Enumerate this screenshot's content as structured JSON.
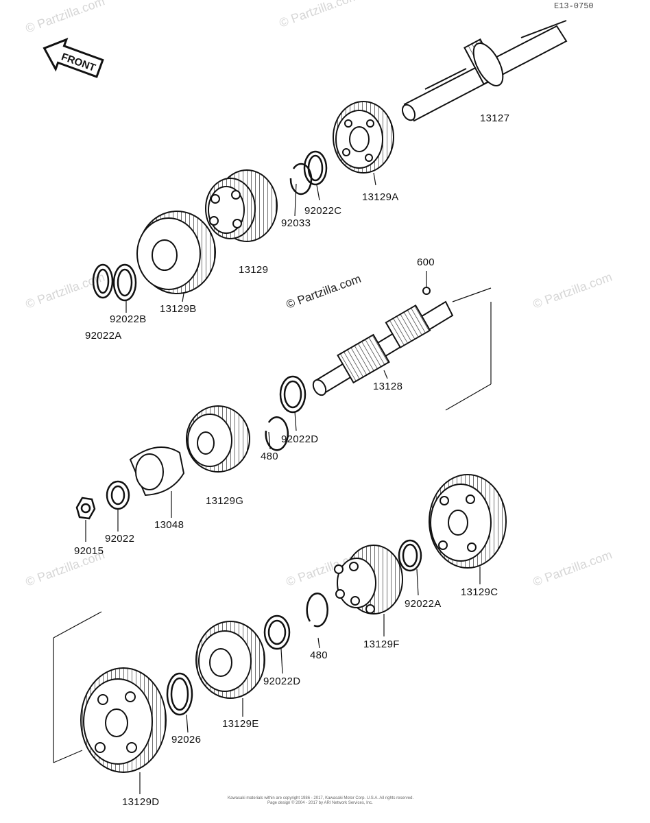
{
  "diagram_ref": "E13-0750",
  "front_label": "FRONT",
  "watermark": "© Partzilla.com",
  "copyright_line1": "Kawasaki materials within are copyright 1986 - 2017, Kawasaki Motor Corp. U.S.A.  All rights reserved.",
  "copyright_line2": "Page design © 2004 - 2017 by ARI Network Services, Inc.",
  "parts": [
    "13127",
    "13129A",
    "92022C",
    "92033",
    "13129",
    "13129B",
    "92022B",
    "92022A",
    "600",
    "13128",
    "92022D",
    "480",
    "13129G",
    "13048",
    "92022",
    "92015",
    "13129C",
    "92022A",
    "13129F",
    "480",
    "92022D",
    "13129E",
    "92026",
    "13129D"
  ]
}
